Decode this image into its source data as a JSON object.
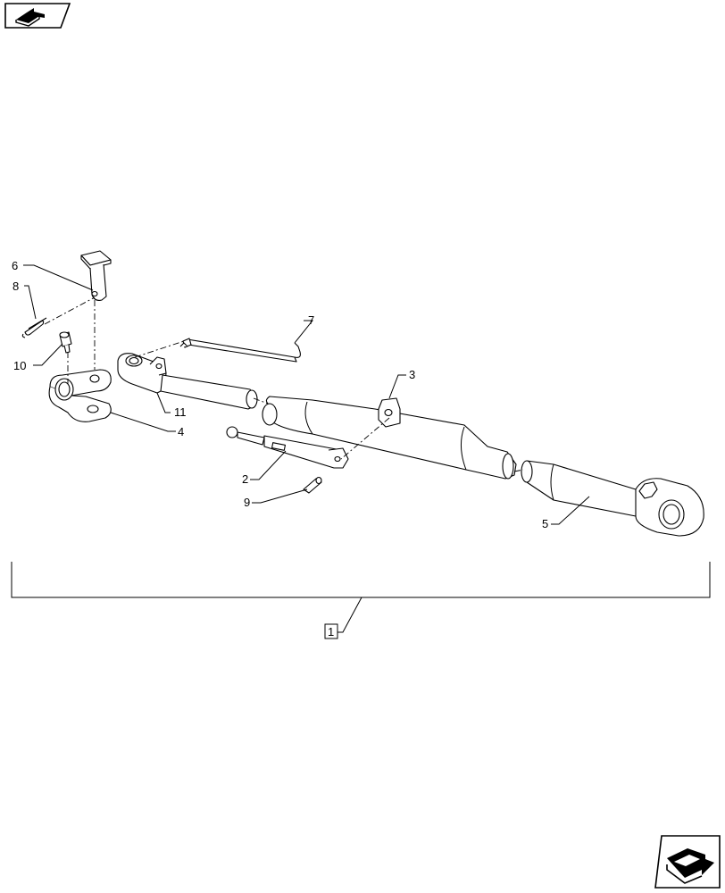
{
  "nav": {
    "prev_icon": "prev-page-arrow-icon",
    "next_icon": "next-page-arrow-icon"
  },
  "callouts": {
    "c1": "1",
    "c2": "2",
    "c3": "3",
    "c4": "4",
    "c5": "5",
    "c6": "6",
    "c7": "7",
    "c8": "8",
    "c9": "9",
    "c10": "10",
    "c11": "11"
  }
}
